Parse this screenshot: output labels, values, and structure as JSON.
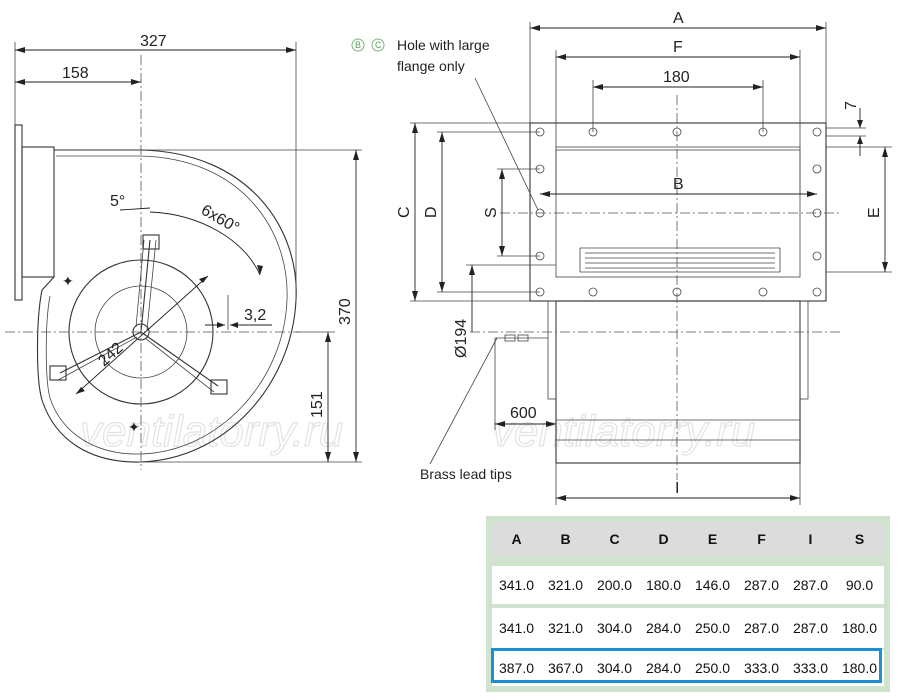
{
  "dimensions": {
    "d327": "327",
    "d158": "158",
    "d370": "370",
    "d151": "151",
    "d242": "242",
    "d5deg": "5°",
    "d6x60": "6x60°",
    "d32": "3,2",
    "A": "A",
    "F": "F",
    "d180": "180",
    "B": "B",
    "C": "C",
    "D": "D",
    "S": "S",
    "E": "E",
    "d7": "7",
    "d194": "Ø194",
    "d600": "600",
    "I": "I"
  },
  "notes": {
    "badge_b": "B",
    "badge_c": "C",
    "hole_line1": "Hole with large",
    "hole_line2": "flange only",
    "brass": "Brass lead tips"
  },
  "watermark": "ventilatorry.ru",
  "table": {
    "headers": [
      "A",
      "B",
      "C",
      "D",
      "E",
      "F",
      "I",
      "S"
    ],
    "rows": [
      [
        "341.0",
        "321.0",
        "200.0",
        "180.0",
        "146.0",
        "287.0",
        "287.0",
        "90.0"
      ],
      [
        "341.0",
        "321.0",
        "304.0",
        "284.0",
        "250.0",
        "287.0",
        "287.0",
        "180.0"
      ],
      [
        "387.0",
        "367.0",
        "304.0",
        "284.0",
        "250.0",
        "333.0",
        "333.0",
        "180.0"
      ]
    ],
    "highlighted_row": 3,
    "highlight_color": "#1e8fd0"
  }
}
